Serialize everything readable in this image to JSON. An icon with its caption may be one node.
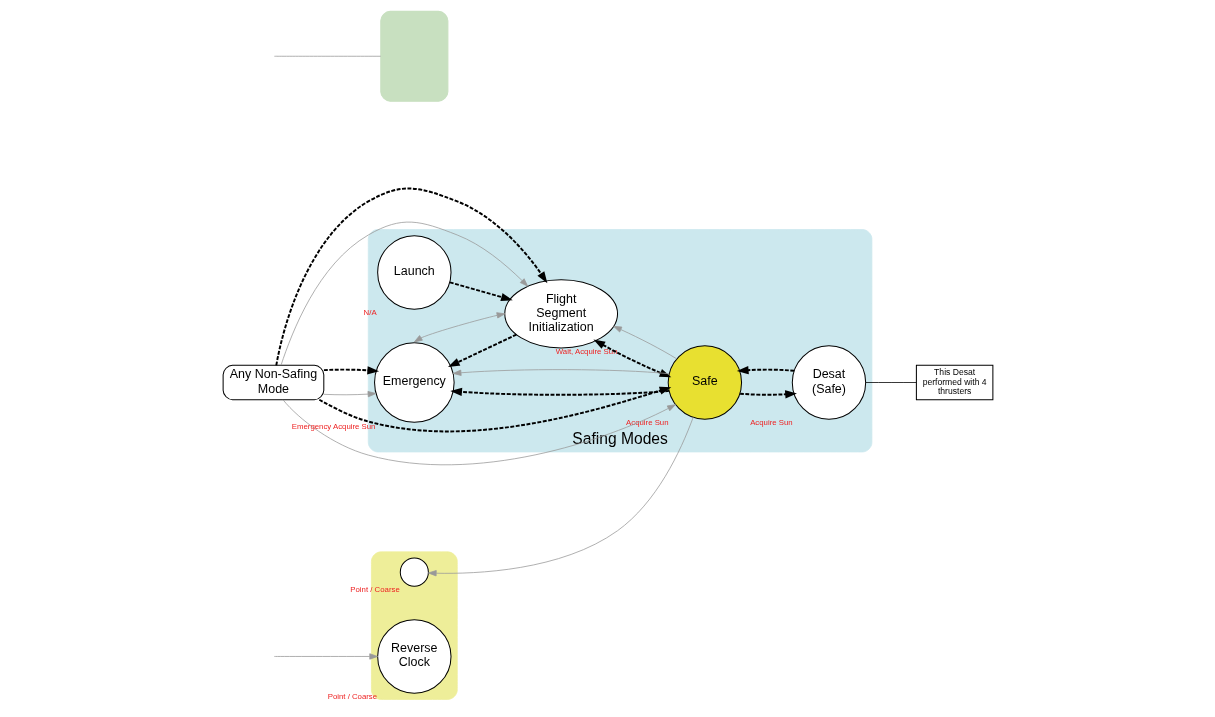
{
  "diagram": {
    "nodes": [
      {
        "text": [],
        "shape": "box"
      },
      {
        "text": [],
        "shape": "circle",
        "in": 0,
        "beside": [
          "Point / Coarse"
        ]
      },
      {
        "text": [
          "Reverse Clock"
        ],
        "in": 0,
        "beside": [
          "Point / Coarse"
        ]
      },
      {
        "text": [],
        "shape": "box"
      },
      {
        "text": [
          "Any Non-Safing Mode"
        ]
      },
      {
        "text": [
          "Safing Modes"
        ]
      },
      {
        "text": [
          "Launch"
        ],
        "in": 5,
        "beside": [
          "N/A"
        ]
      },
      {
        "text": [
          "Flight Segment Initialization"
        ],
        "in": 5,
        "beside": [
          "Wait, Acquire Sun"
        ]
      },
      {
        "text": [
          "Safe"
        ],
        "in": 5,
        "beside": [
          "Acquire Sun"
        ]
      },
      {
        "text": [
          "Desat (Safe)"
        ],
        "in": 5,
        "beside": [
          "Acquire Sun"
        ]
      },
      {
        "text": [
          "Emergency"
        ],
        "in": 5,
        "beside": [
          "Emergency Acquire Sun"
        ]
      },
      {
        "text": [
          "This Desat performed with 4 thrusters"
        ]
      }
    ],
    "edges": [
      {
        "from": 4,
        "to": 10,
        "arrow": "to",
        "color": "#999999"
      },
      {
        "from": 4,
        "to": 10,
        "arrow": "to",
        "style": "dashed"
      },
      {
        "from": 4,
        "to": 7,
        "arrow": "to",
        "color": "#999999"
      },
      {
        "from": 4,
        "to": 7,
        "arrow": "to",
        "style": "dashed"
      },
      {
        "from": 4,
        "to": 8,
        "arrow": "to",
        "color": "#999999"
      },
      {
        "from": 4,
        "to": 8,
        "arrow": "to",
        "style": "dashed"
      },
      {
        "from": 6,
        "to": 7,
        "arrow": "to",
        "style": "dashed"
      },
      {
        "from": 7,
        "to": 8,
        "arrow": "both",
        "style": "dashed"
      },
      {
        "from": 8,
        "to": 7,
        "arrow": "to",
        "color": "#999999"
      },
      {
        "from": 7,
        "to": 10,
        "arrow": "to",
        "style": "dashed"
      },
      {
        "from": 10,
        "to": 7,
        "arrow": "both",
        "color": "#999999"
      },
      {
        "from": 8,
        "to": 10,
        "arrow": "to",
        "style": "dashed"
      },
      {
        "from": 8,
        "to": 10,
        "arrow": "to",
        "color": "#999999"
      },
      {
        "from": 9,
        "to": 8,
        "arrow": "to",
        "style": "dashed"
      },
      {
        "from": 8,
        "to": 9,
        "arrow": "to",
        "style": "dashed"
      },
      {
        "from": 8,
        "to": 1,
        "arrow": "to",
        "color": "#999999"
      },
      {
        "from": null,
        "to": 2,
        "arrow": "to",
        "color": "#999999"
      },
      {
        "from": null,
        "to": 3,
        "arrow": "none",
        "color": "#999999"
      },
      {
        "from": 9,
        "to": 11,
        "arrow": "none"
      }
    ]
  }
}
